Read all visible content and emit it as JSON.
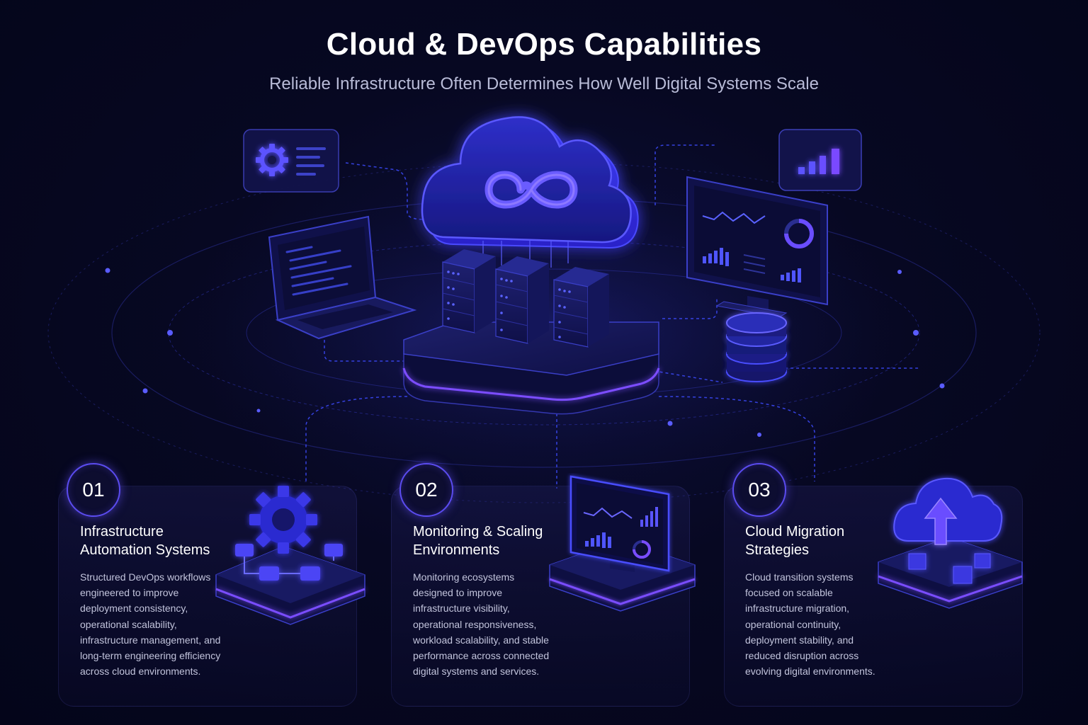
{
  "header": {
    "title": "Cloud & DevOps Capabilities",
    "subtitle": "Reliable Infrastructure Often Determines How Well Digital Systems Scale"
  },
  "cards": [
    {
      "number": "01",
      "title_line1": "Infrastructure",
      "title_line2": "Automation Systems",
      "body": "Structured DevOps workflows engineered to improve deployment consistency, operational scalability, infrastructure management, and long-term engineering efficiency across cloud environments.",
      "icon": "gear-workflow-icon"
    },
    {
      "number": "02",
      "title_line1": "Monitoring & Scaling",
      "title_line2": "Environments",
      "body": "Monitoring ecosystems designed to improve infrastructure visibility, operational responsiveness, workload scalability, and stable performance across connected digital systems and services.",
      "icon": "monitor-dashboard-icon"
    },
    {
      "number": "03",
      "title_line1": "Cloud Migration",
      "title_line2": "Strategies",
      "body": "Cloud transition systems focused on scalable infrastructure migration, operational continuity, deployment stability, and reduced disruption across evolving digital environments.",
      "icon": "cloud-upload-icon"
    }
  ],
  "colors": {
    "accent": "#5b4cf0",
    "glow": "#3a3cff",
    "violet": "#8a4dff",
    "background": "#070822"
  },
  "hero_icons": [
    "cloud-infinity-icon",
    "server-rack-icon",
    "laptop-icon",
    "monitor-dashboard-icon",
    "database-icon",
    "settings-panel-icon",
    "bar-chart-panel-icon"
  ]
}
